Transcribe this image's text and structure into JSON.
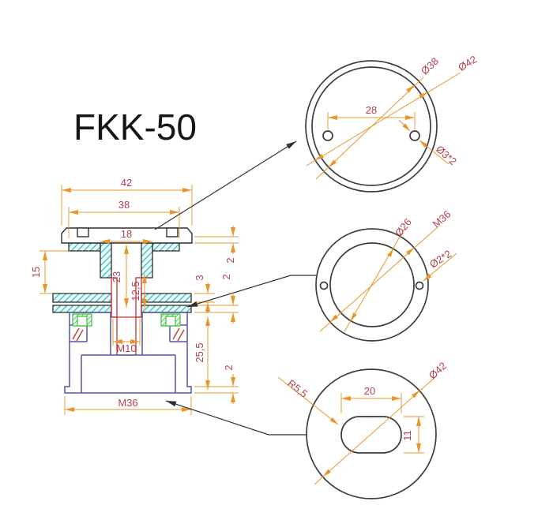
{
  "title": "FKK-50",
  "section": {
    "top_width": "42",
    "plate_width": "38",
    "tube_od": "18",
    "glass_gap": "15",
    "bore_depth": "23",
    "thread_depth": "12,5",
    "thread": "M10",
    "base_thread": "M36",
    "lip_top": "2",
    "clamp_plate": "3",
    "clamp_plate2": "2",
    "body_depth": "25,5",
    "base_lip": "2"
  },
  "top_view": {
    "hole_spacing": "28",
    "inner_dia": "Ø38",
    "outer_dia": "Ø42",
    "holes": "Ø3*2"
  },
  "middle_view": {
    "inner_dia": "Ø26",
    "thread": "M36",
    "holes": "Ø2*2"
  },
  "bottom_view": {
    "slot_width": "20",
    "slot_height": "11",
    "slot_radius": "R5,5",
    "outer_dia": "Ø42"
  },
  "colors": {
    "dimension_line": "#e8962a",
    "dimension_text": "#b5404d",
    "outline": "#2f2f2f",
    "lower_body": "#5555a8",
    "thread_insert": "#c53030",
    "seal": "#45c245",
    "hatch": "#3fb9be"
  }
}
